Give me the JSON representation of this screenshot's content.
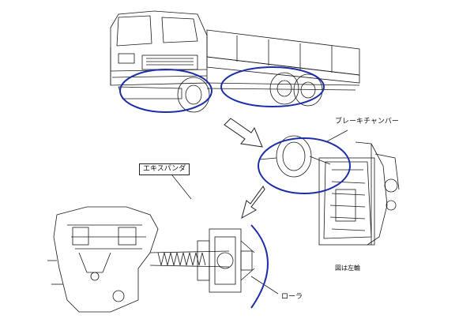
{
  "labels": {
    "brake_chamber": "ブレーキチャンバー",
    "expander": "エキスパンダ",
    "roller": "ローラ",
    "left_wheel": "図は左輪"
  },
  "colors": {
    "highlight": "#1c2fa8",
    "line": "#1a1a1a",
    "background": "#ffffff"
  }
}
